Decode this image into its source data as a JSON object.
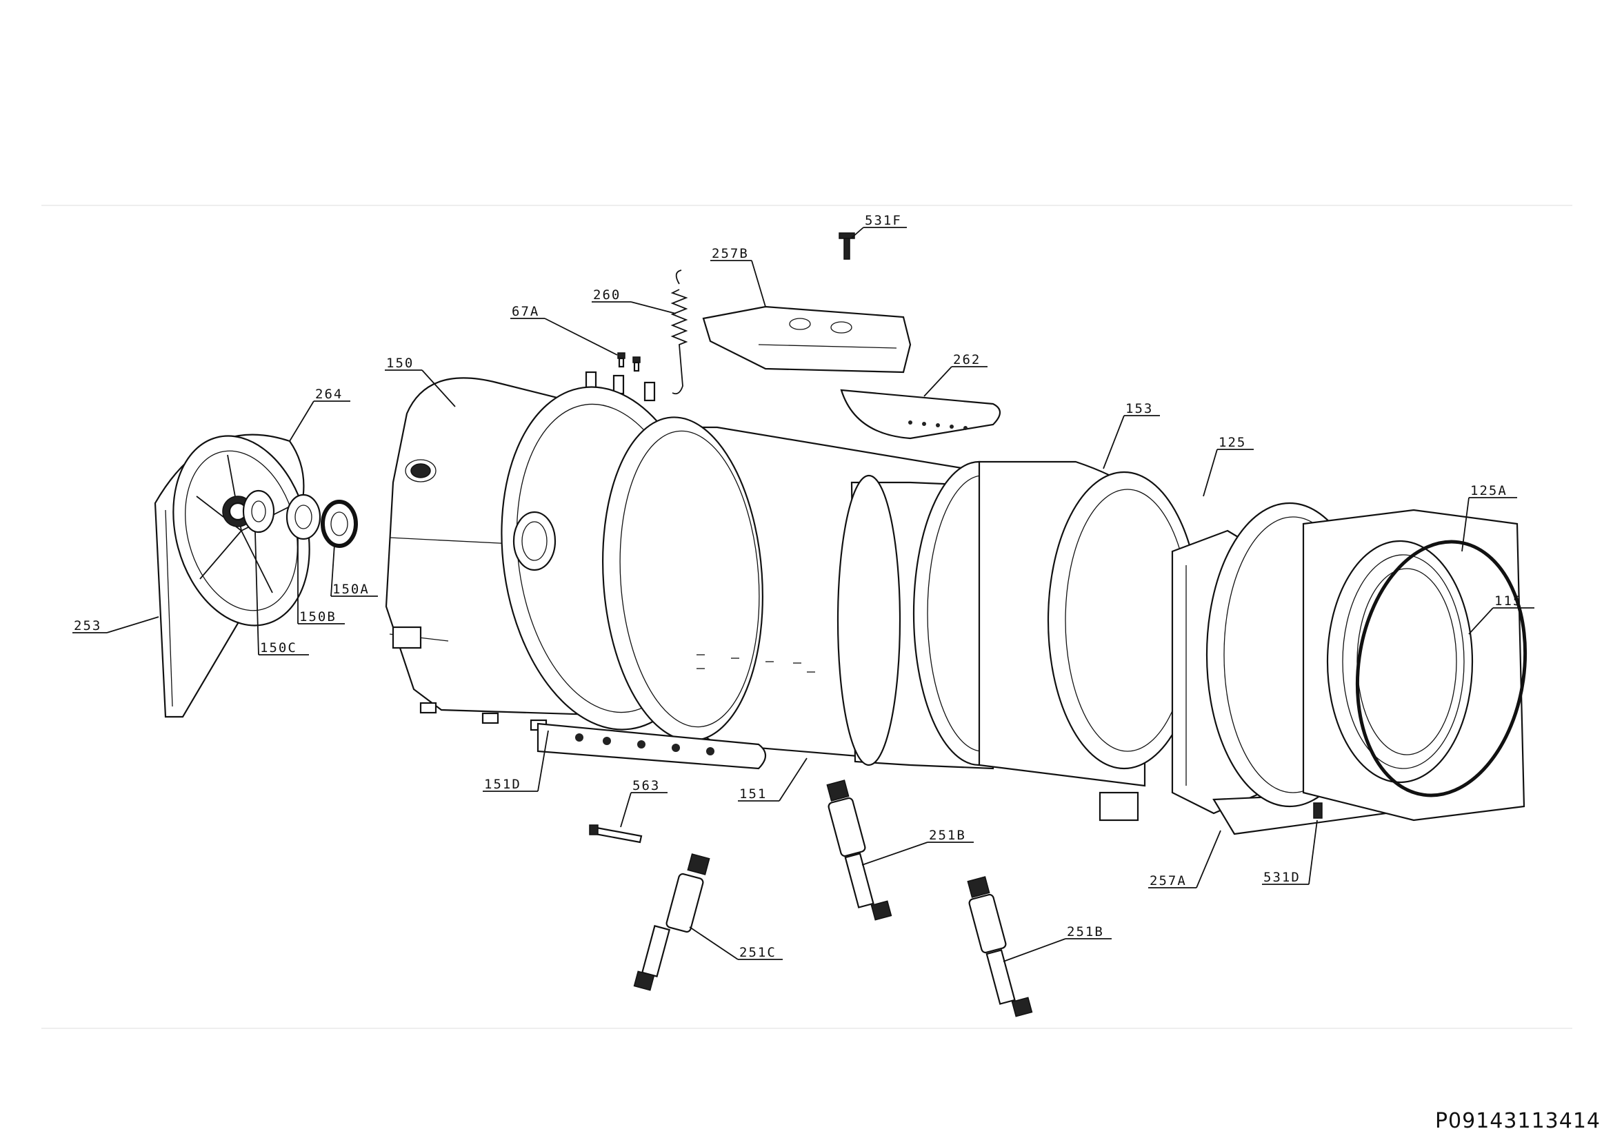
{
  "diagram": {
    "document_code": "P09143113414",
    "labels": {
      "l531F": "531F",
      "l257B": "257B",
      "l260": "260",
      "l67A": "67A",
      "l262": "262",
      "l150": "150",
      "l264": "264",
      "l153": "153",
      "l125": "125",
      "l125A": "125A",
      "l115": "115",
      "l150A": "150A",
      "l150B": "150B",
      "l150C": "150C",
      "l253": "253",
      "l151D": "151D",
      "l151": "151",
      "l563": "563",
      "l251B_1": "251B",
      "l251B_2": "251B",
      "l251C": "251C",
      "l257A": "257A",
      "l531D": "531D"
    }
  }
}
